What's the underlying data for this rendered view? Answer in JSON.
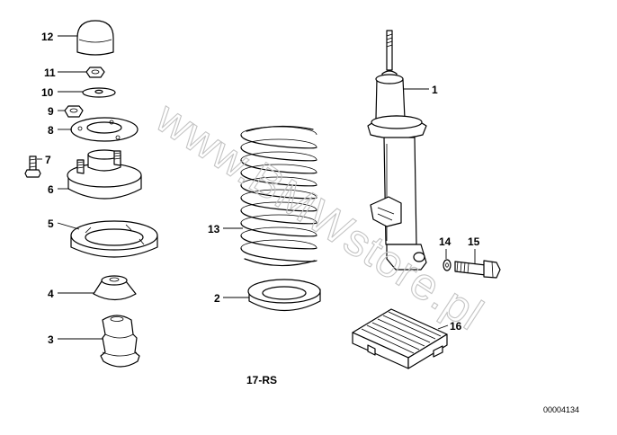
{
  "diagram": {
    "callouts": {
      "p1": "1",
      "p2": "2",
      "p3": "3",
      "p4": "4",
      "p5": "5",
      "p6": "6",
      "p7": "7",
      "p8": "8",
      "p9": "9",
      "p10": "10",
      "p11": "11",
      "p12": "12",
      "p13": "13",
      "p14": "14",
      "p15": "15",
      "p16": "16"
    },
    "caption": "17-RS",
    "document_number": "00004134",
    "watermark": "www.BMWstore.pl"
  }
}
